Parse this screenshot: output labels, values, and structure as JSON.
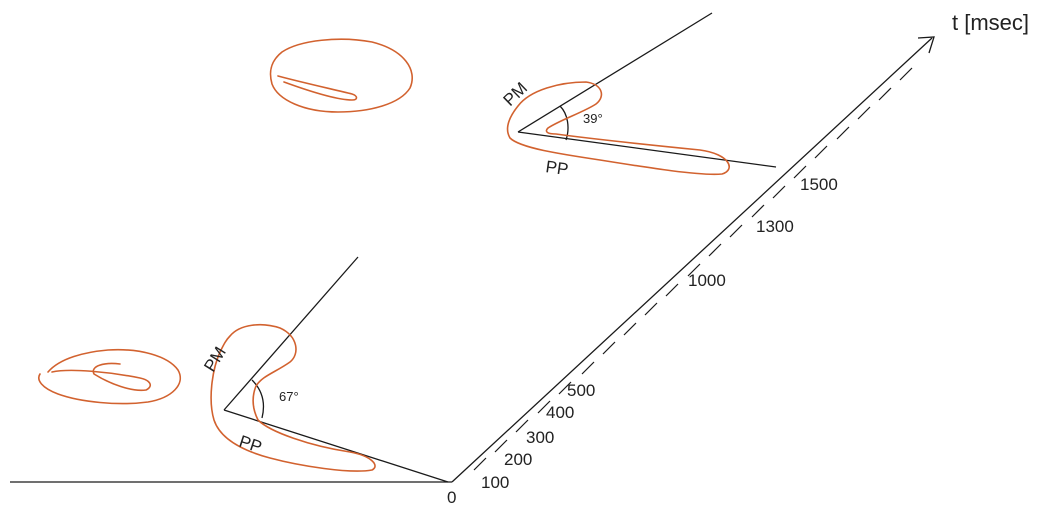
{
  "axis": {
    "title": "t [msec]",
    "tick_labels": [
      "0",
      "100",
      "200",
      "300",
      "400",
      "500",
      "1000",
      "1300",
      "1500"
    ]
  },
  "snapshots": [
    {
      "upper_label": "PM",
      "lower_label": "PP",
      "angle": "67°"
    },
    {
      "upper_label": "PM",
      "lower_label": "PP",
      "angle": "39°"
    }
  ],
  "colors": {
    "contour": "#d2622f",
    "axis": "#1a1a1a"
  }
}
